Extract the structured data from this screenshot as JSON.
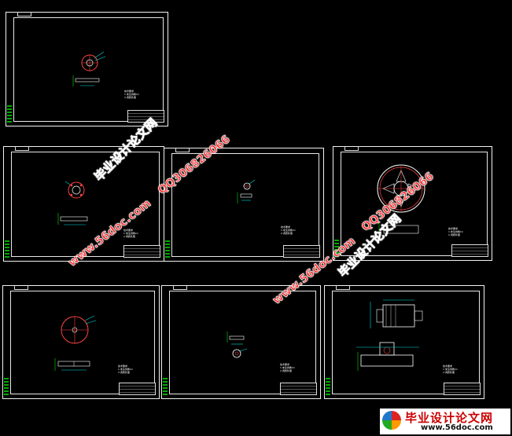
{
  "sheets": [
    {
      "id": "sheet-1",
      "note": "技术要求\n1.未注倒角C1\n2.调质处理"
    },
    {
      "id": "sheet-2",
      "note": "技术要求\n1.未注倒角C1\n2.调质处理"
    },
    {
      "id": "sheet-3",
      "note": "技术要求\n1.未注倒角C1\n2.调质处理"
    },
    {
      "id": "sheet-4",
      "note": "技术要求\n1.未注倒角C1\n2.调质处理"
    },
    {
      "id": "sheet-5",
      "note": "技术要求\n1.未注倒角C1\n2.调质处理"
    },
    {
      "id": "sheet-6",
      "note": "技术要求\n1.未注倒角C1\n2.调质处理"
    },
    {
      "id": "sheet-7",
      "note": "技术要求\n1.未注倒角C1\n2.调质处理"
    }
  ],
  "watermarks": {
    "cn": "毕业设计论文网",
    "url": "www.56doc.com",
    "qq": "QQ306826066"
  },
  "footer": {
    "title": "毕业设计论文网",
    "url": "www.56doc.com"
  },
  "colors": {
    "background": "#000000",
    "line": "#ffffff",
    "accent_red": "#ff3333",
    "green": "#00aa00",
    "cyan": "#00dddd"
  }
}
